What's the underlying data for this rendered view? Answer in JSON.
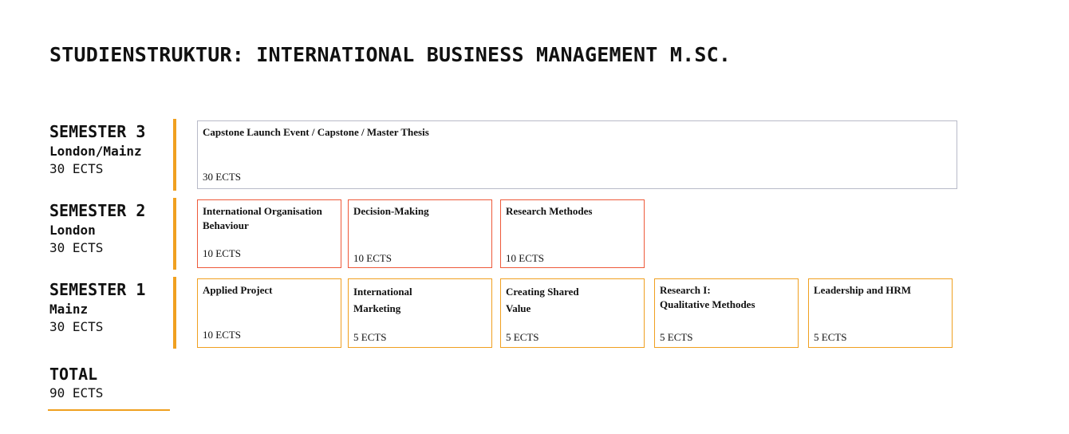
{
  "title": "STUDIENSTRUKTUR: INTERNATIONAL BUSINESS MANAGEMENT M.SC.",
  "accent_color": "#f0a020",
  "semester2_color": "#ee5a3a",
  "semester3_color": "#b8bac8",
  "semesters": [
    {
      "name": "SEMESTER 3",
      "location": "London/Mainz",
      "ects": "30 ECTS",
      "modules": [
        {
          "title": "Capstone Launch Event / Capstone / Master Thesis",
          "ects": "30 ECTS"
        }
      ]
    },
    {
      "name": "SEMESTER 2",
      "location": "London",
      "ects": "30 ECTS",
      "modules": [
        {
          "title": "International Organisation Behaviour",
          "ects": "10 ECTS"
        },
        {
          "title": "Decision-Making",
          "ects": "10 ECTS"
        },
        {
          "title": "Research Methodes",
          "ects": "10 ECTS"
        }
      ]
    },
    {
      "name": "SEMESTER 1",
      "location": "Mainz",
      "ects": "30 ECTS",
      "modules": [
        {
          "title": "Applied Project",
          "ects": "10 ECTS"
        },
        {
          "title": "International Marketing",
          "ects": "5 ECTS"
        },
        {
          "title": "Creating Shared Value",
          "ects": "5 ECTS"
        },
        {
          "title_line1": "Research I:",
          "title_line2": "Qualitative Methodes",
          "ects": "5 ECTS"
        },
        {
          "title": "Leadership and HRM",
          "ects": "5 ECTS"
        }
      ]
    }
  ],
  "total": {
    "name": "TOTAL",
    "ects": "90 ECTS"
  }
}
